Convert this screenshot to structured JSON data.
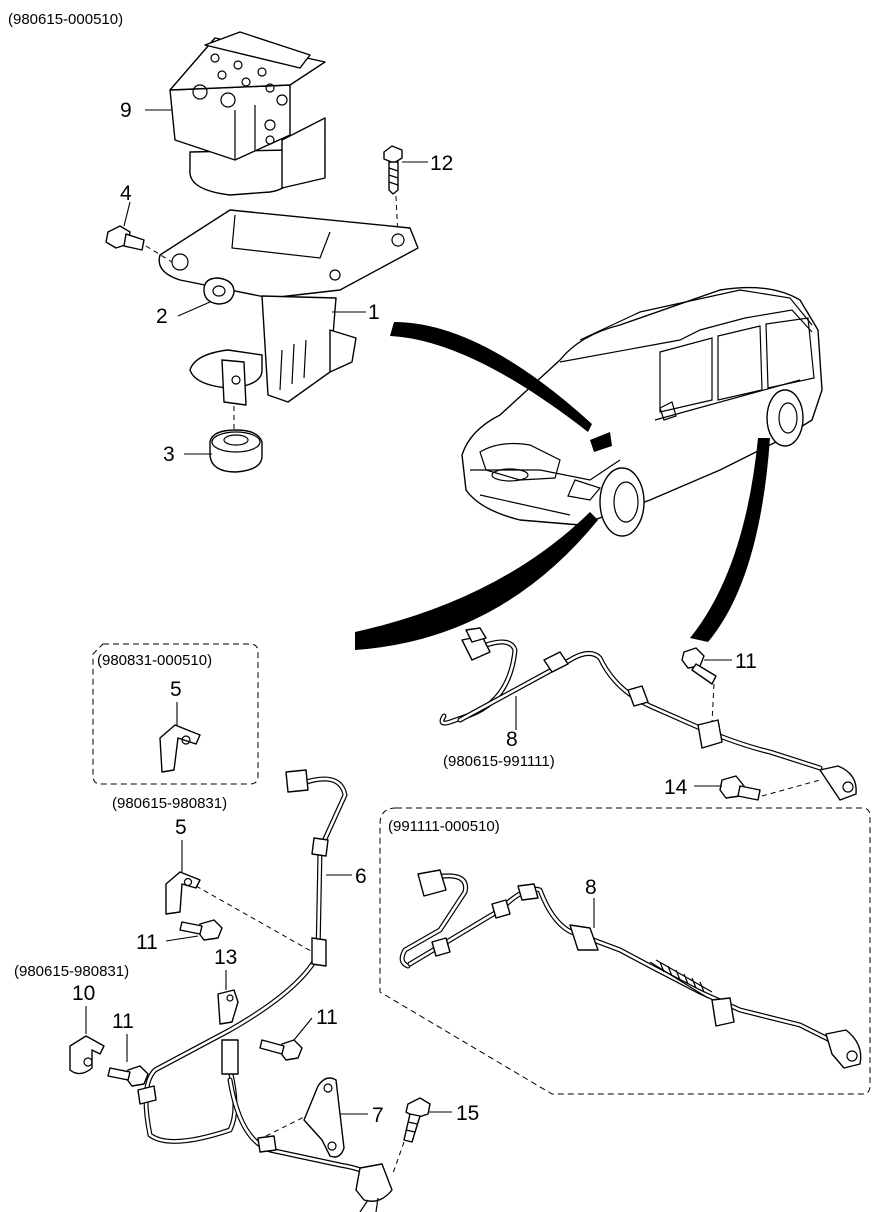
{
  "header_code": "(980615-000510)",
  "callouts": {
    "p1": "1",
    "p2": "2",
    "p3": "3",
    "p4": "4",
    "p5_box": "5",
    "p5": "5",
    "p6": "6",
    "p7": "7",
    "p8_upper": "8",
    "p8_box": "8",
    "p9": "9",
    "p10": "10",
    "p11_upper": "11",
    "p11_mid": "11",
    "p11_left": "11",
    "p11_center": "11",
    "p12": "12",
    "p13": "13",
    "p14": "14",
    "p15": "15"
  },
  "codes": {
    "box_left": "(980831-000510)",
    "sensor_upper": "(980615-991111)",
    "bracket_5": "(980615-980831)",
    "bracket_10": "(980615-980831)",
    "box_right": "(991111-000510)"
  }
}
